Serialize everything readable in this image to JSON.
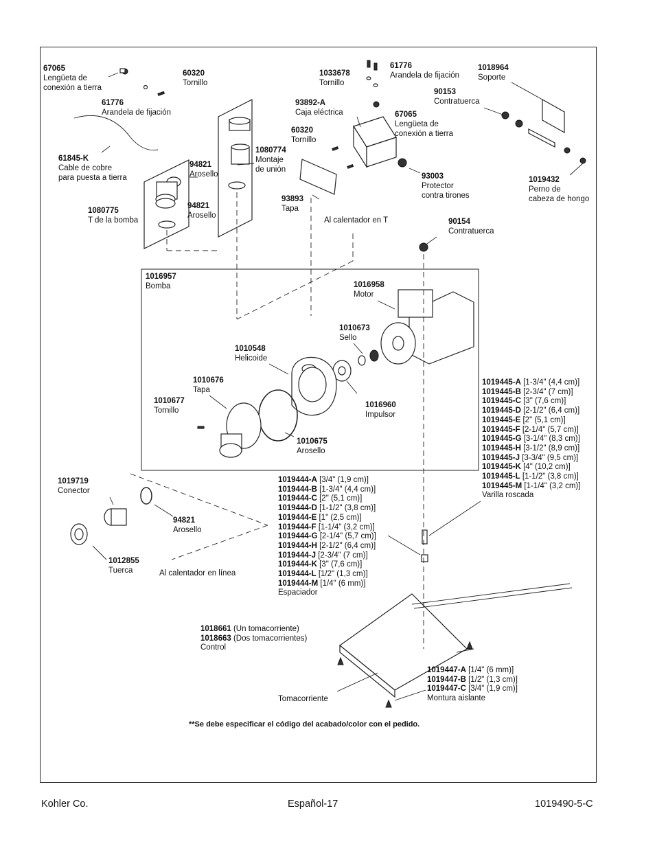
{
  "labels": {
    "l67065a": {
      "pn": "67065",
      "lines": [
        "Lengüeta de",
        "conexión a tierra"
      ]
    },
    "l61776a": {
      "pn": "61776",
      "lines": [
        "Arandela de fijación"
      ]
    },
    "l60320a": {
      "pn": "60320",
      "lines": [
        "Tornillo"
      ]
    },
    "l61845": {
      "pn": "61845-K",
      "lines": [
        "Cable de cobre",
        "para puesta a tierra"
      ]
    },
    "l94821a": {
      "pn": "94821",
      "lines": [
        "Arosello"
      ]
    },
    "l94821b": {
      "pn": "94821",
      "lines": [
        "Arosello"
      ]
    },
    "l1080775": {
      "pn": "1080775",
      "lines": [
        "T de la bomba"
      ]
    },
    "l1080774": {
      "pn": "1080774",
      "lines": [
        "Montaje",
        "de unión"
      ]
    },
    "l1033678": {
      "pn": "1033678",
      "lines": [
        "Tornillo"
      ]
    },
    "l61776b": {
      "pn": "61776",
      "lines": [
        "Arandela de fijación"
      ]
    },
    "l93892": {
      "pn": "93892-A",
      "lines": [
        "Caja eléctrica"
      ]
    },
    "l67065b": {
      "pn": "67065",
      "lines": [
        "Lengüeta de",
        "conexión a tierra"
      ]
    },
    "l60320b": {
      "pn": "60320",
      "lines": [
        "Tornillo"
      ]
    },
    "l93893": {
      "pn": "93893",
      "lines": [
        "Tapa"
      ]
    },
    "l93003": {
      "pn": "93003",
      "lines": [
        "Protector",
        "contra tirones"
      ]
    },
    "l1018964": {
      "pn": "1018964",
      "lines": [
        "Soporte"
      ]
    },
    "l90153": {
      "pn": "90153",
      "lines": [
        "Contratuerca"
      ]
    },
    "l1019432": {
      "pn": "1019432",
      "lines": [
        "Perno de",
        "cabeza de hongo"
      ]
    },
    "l90154": {
      "pn": "90154",
      "lines": [
        "Contratuerca"
      ]
    },
    "l1016957": {
      "pn": "1016957",
      "lines": [
        "Bomba"
      ]
    },
    "l1016958": {
      "pn": "1016958",
      "lines": [
        "Motor"
      ]
    },
    "l1010673": {
      "pn": "1010673",
      "lines": [
        "Sello"
      ]
    },
    "l1010548": {
      "pn": "1010548",
      "lines": [
        "Helicoide"
      ]
    },
    "l1010676": {
      "pn": "1010676",
      "lines": [
        "Tapa"
      ]
    },
    "l1010677": {
      "pn": "1010677",
      "lines": [
        "Tornillo"
      ]
    },
    "l1016960": {
      "pn": "1016960",
      "lines": [
        "Impulsor"
      ]
    },
    "l1010675": {
      "pn": "1010675",
      "lines": [
        "Arosello"
      ]
    },
    "l1019719": {
      "pn": "1019719",
      "lines": [
        "Conector"
      ]
    },
    "l94821c": {
      "pn": "94821",
      "lines": [
        "Arosello"
      ]
    },
    "l1012855": {
      "pn": "1012855",
      "lines": [
        "Tuerca"
      ]
    }
  },
  "plain": {
    "al_calentador_t": "Al calentador en T",
    "al_calentador_linea": "Al calentador en línea",
    "tomacorriente": "Tomacorriente"
  },
  "varilla": {
    "rows": [
      {
        "pn": "1019445-A",
        "size": " [1-3/4\" (4,4 cm)]"
      },
      {
        "pn": "1019445-B",
        "size": " [2-3/4\" (7 cm)]"
      },
      {
        "pn": "1019445-C",
        "size": " [3\" (7,6 cm)]"
      },
      {
        "pn": "1019445-D",
        "size": " [2-1/2\" (6,4 cm)]"
      },
      {
        "pn": "1019445-E",
        "size": " [2\" (5,1 cm)]"
      },
      {
        "pn": "1019445-F",
        "size": " [2-1/4\" (5,7 cm)]"
      },
      {
        "pn": "1019445-G",
        "size": " [3-1/4\" (8,3 cm)]"
      },
      {
        "pn": "1019445-H",
        "size": " [3-1/2\" (8,9 cm)]"
      },
      {
        "pn": "1019445-J",
        "size": " [3-3/4\" (9,5 cm)]"
      },
      {
        "pn": "1019445-K",
        "size": " [4\" (10,2 cm)]"
      },
      {
        "pn": "1019445-L",
        "size": " [1-1/2\" (3,8 cm)]"
      },
      {
        "pn": "1019445-M",
        "size": " [1-1/4\" (3,2 cm)]"
      }
    ],
    "name": "Varilla roscada"
  },
  "espaciador": {
    "rows": [
      {
        "pn": "1019444-A",
        "size": " [3/4\" (1,9 cm)]"
      },
      {
        "pn": "1019444-B",
        "size": " [1-3/4\" (4,4 cm)]"
      },
      {
        "pn": "1019444-C",
        "size": " [2\" (5,1 cm)]"
      },
      {
        "pn": "1019444-D",
        "size": " [1-1/2\" (3,8 cm)]"
      },
      {
        "pn": "1019444-E",
        "size": " [1\" (2,5 cm)]"
      },
      {
        "pn": "1019444-F",
        "size": " [1-1/4\" (3,2 cm)]"
      },
      {
        "pn": "1019444-G",
        "size": " [2-1/4\" (5,7 cm)]"
      },
      {
        "pn": "1019444-H",
        "size": " [2-1/2\" (6,4 cm)]"
      },
      {
        "pn": "1019444-J",
        "size": " [2-3/4\" (7 cm)]"
      },
      {
        "pn": "1019444-K",
        "size": " [3\" (7,6 cm)]"
      },
      {
        "pn": "1019444-L",
        "size": " [1/2\" (1,3 cm)]"
      },
      {
        "pn": "1019444-M",
        "size": " [1/4\" (6 mm)]"
      }
    ],
    "name": "Espaciador"
  },
  "control": {
    "rows": [
      {
        "pn": "1018661",
        "size": "  (Un tomacorriente)"
      },
      {
        "pn": "1018663",
        "size": "  (Dos tomacorrientes)"
      }
    ],
    "name": "Control"
  },
  "montura": {
    "rows": [
      {
        "pn": "1019447-A",
        "size": " [1/4\" (6 mm)]"
      },
      {
        "pn": "1019447-B",
        "size": " [1/2\" (1,3 cm)]"
      },
      {
        "pn": "1019447-C",
        "size": " [3/4\" (1,9 cm)]"
      }
    ],
    "name": "Montura aislante"
  },
  "note": "**Se debe especificar el código del acabado/color con el pedido.",
  "footer": {
    "left": "Kohler Co.",
    "center": "Español-17",
    "right": "1019490-5-C"
  }
}
